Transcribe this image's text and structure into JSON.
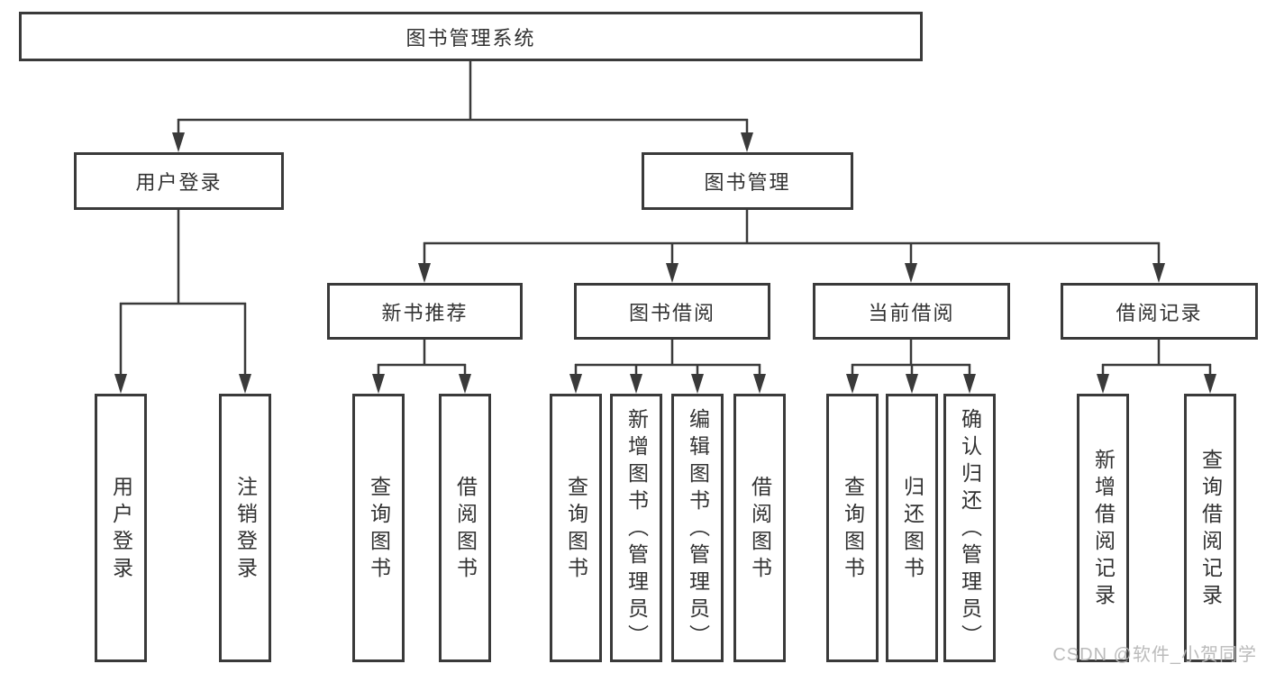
{
  "diagram": {
    "root": {
      "label": "图书管理系统"
    },
    "level2": [
      {
        "label": "用户登录"
      },
      {
        "label": "图书管理"
      }
    ],
    "level3": [
      {
        "label": "新书推荐"
      },
      {
        "label": "图书借阅"
      },
      {
        "label": "当前借阅"
      },
      {
        "label": "借阅记录"
      }
    ],
    "leaves": {
      "user_login": [
        "用户登录",
        "注销登录"
      ],
      "new_book_recommend": [
        "查询图书",
        "借阅图书"
      ],
      "book_borrow": [
        "查询图书",
        "新增图书（管理员）",
        "编辑图书（管理员）",
        "借阅图书"
      ],
      "current_borrow": [
        "查询图书",
        "归还图书",
        "确认归还（管理员）"
      ],
      "borrow_records": [
        "新增借阅记录",
        "查询借阅记录"
      ]
    }
  },
  "watermark": {
    "text": "CSDN @软件_小贺同学"
  },
  "colors": {
    "line": "#3a3a3a",
    "text": "#323232",
    "watermark": "#b8b8b8",
    "background": "#ffffff"
  }
}
